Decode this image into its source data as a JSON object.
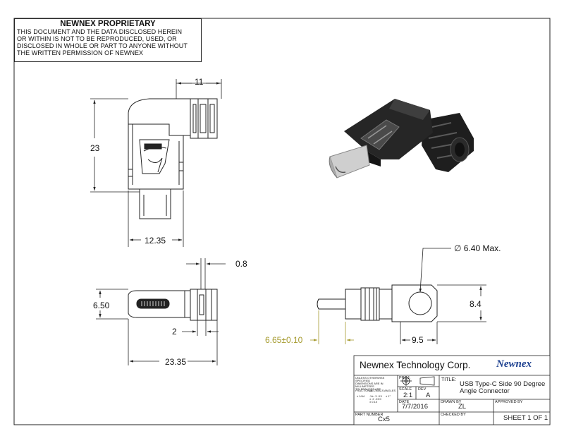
{
  "proprietary": {
    "title": "NEWNEX PROPRIETARY",
    "lines": [
      "THIS DOCUMENT AND THE DATA DISCLOSED HEREIN",
      "OR WITHIN IS NOT TO BE REPRODUCED, USED, OR",
      "DISCLOSED IN WHOLE OR PART TO ANYONE WITHOUT",
      "THE WRITTEN PERMISSION OF NEWNEX"
    ]
  },
  "dimensions": {
    "top_width": "11",
    "height": "23",
    "body_width": "12.35",
    "thickness": "6.50",
    "gap": "0.8",
    "rib": "2",
    "overall_length": "23.35",
    "hole": "∅ 6.40 Max.",
    "side_height": "8.4",
    "side_width": "9.5",
    "plug_offset": "6.65±0.10"
  },
  "colors": {
    "tolerance_dim": "#a59a2e",
    "logo": "#1c3f8f",
    "line": "#222222"
  },
  "title_block": {
    "company": "Newnex Technology Corp.",
    "logo": "Newnex",
    "tolerance_note": [
      "UNLESS OTHERWISE SPECIFIED",
      "DIMENSIONS ARE IN MILLIMETERS",
      "TOLERANCES ARE:"
    ],
    "tolerance_cols": [
      "FRACTIONAL",
      "DECIMALS",
      "ANGLES"
    ],
    "tolerance_vals": [
      "± 1/64",
      ".X±  .3  .XX ± .2  .XXX ± 0.10",
      "± 1°"
    ],
    "proj_label": "PROJ.",
    "title_label": "TITLE:",
    "title_lines": [
      "USB Type-C Side 90 Degree",
      "Angle Connector"
    ],
    "scale_label": "SCALE",
    "scale": "2:1",
    "rev_label": "REV",
    "rev": "A",
    "date_label": "DATE",
    "date": "7/7/2016",
    "drawn_label": "DRAWN BY",
    "drawn_by": "ZL",
    "approved_label": "APPROVED BY",
    "part_label": "PART NUMBER",
    "part_number": "Cx5",
    "checked_label": "CHECKED BY",
    "sheet": "SHEET  1 OF 1"
  }
}
